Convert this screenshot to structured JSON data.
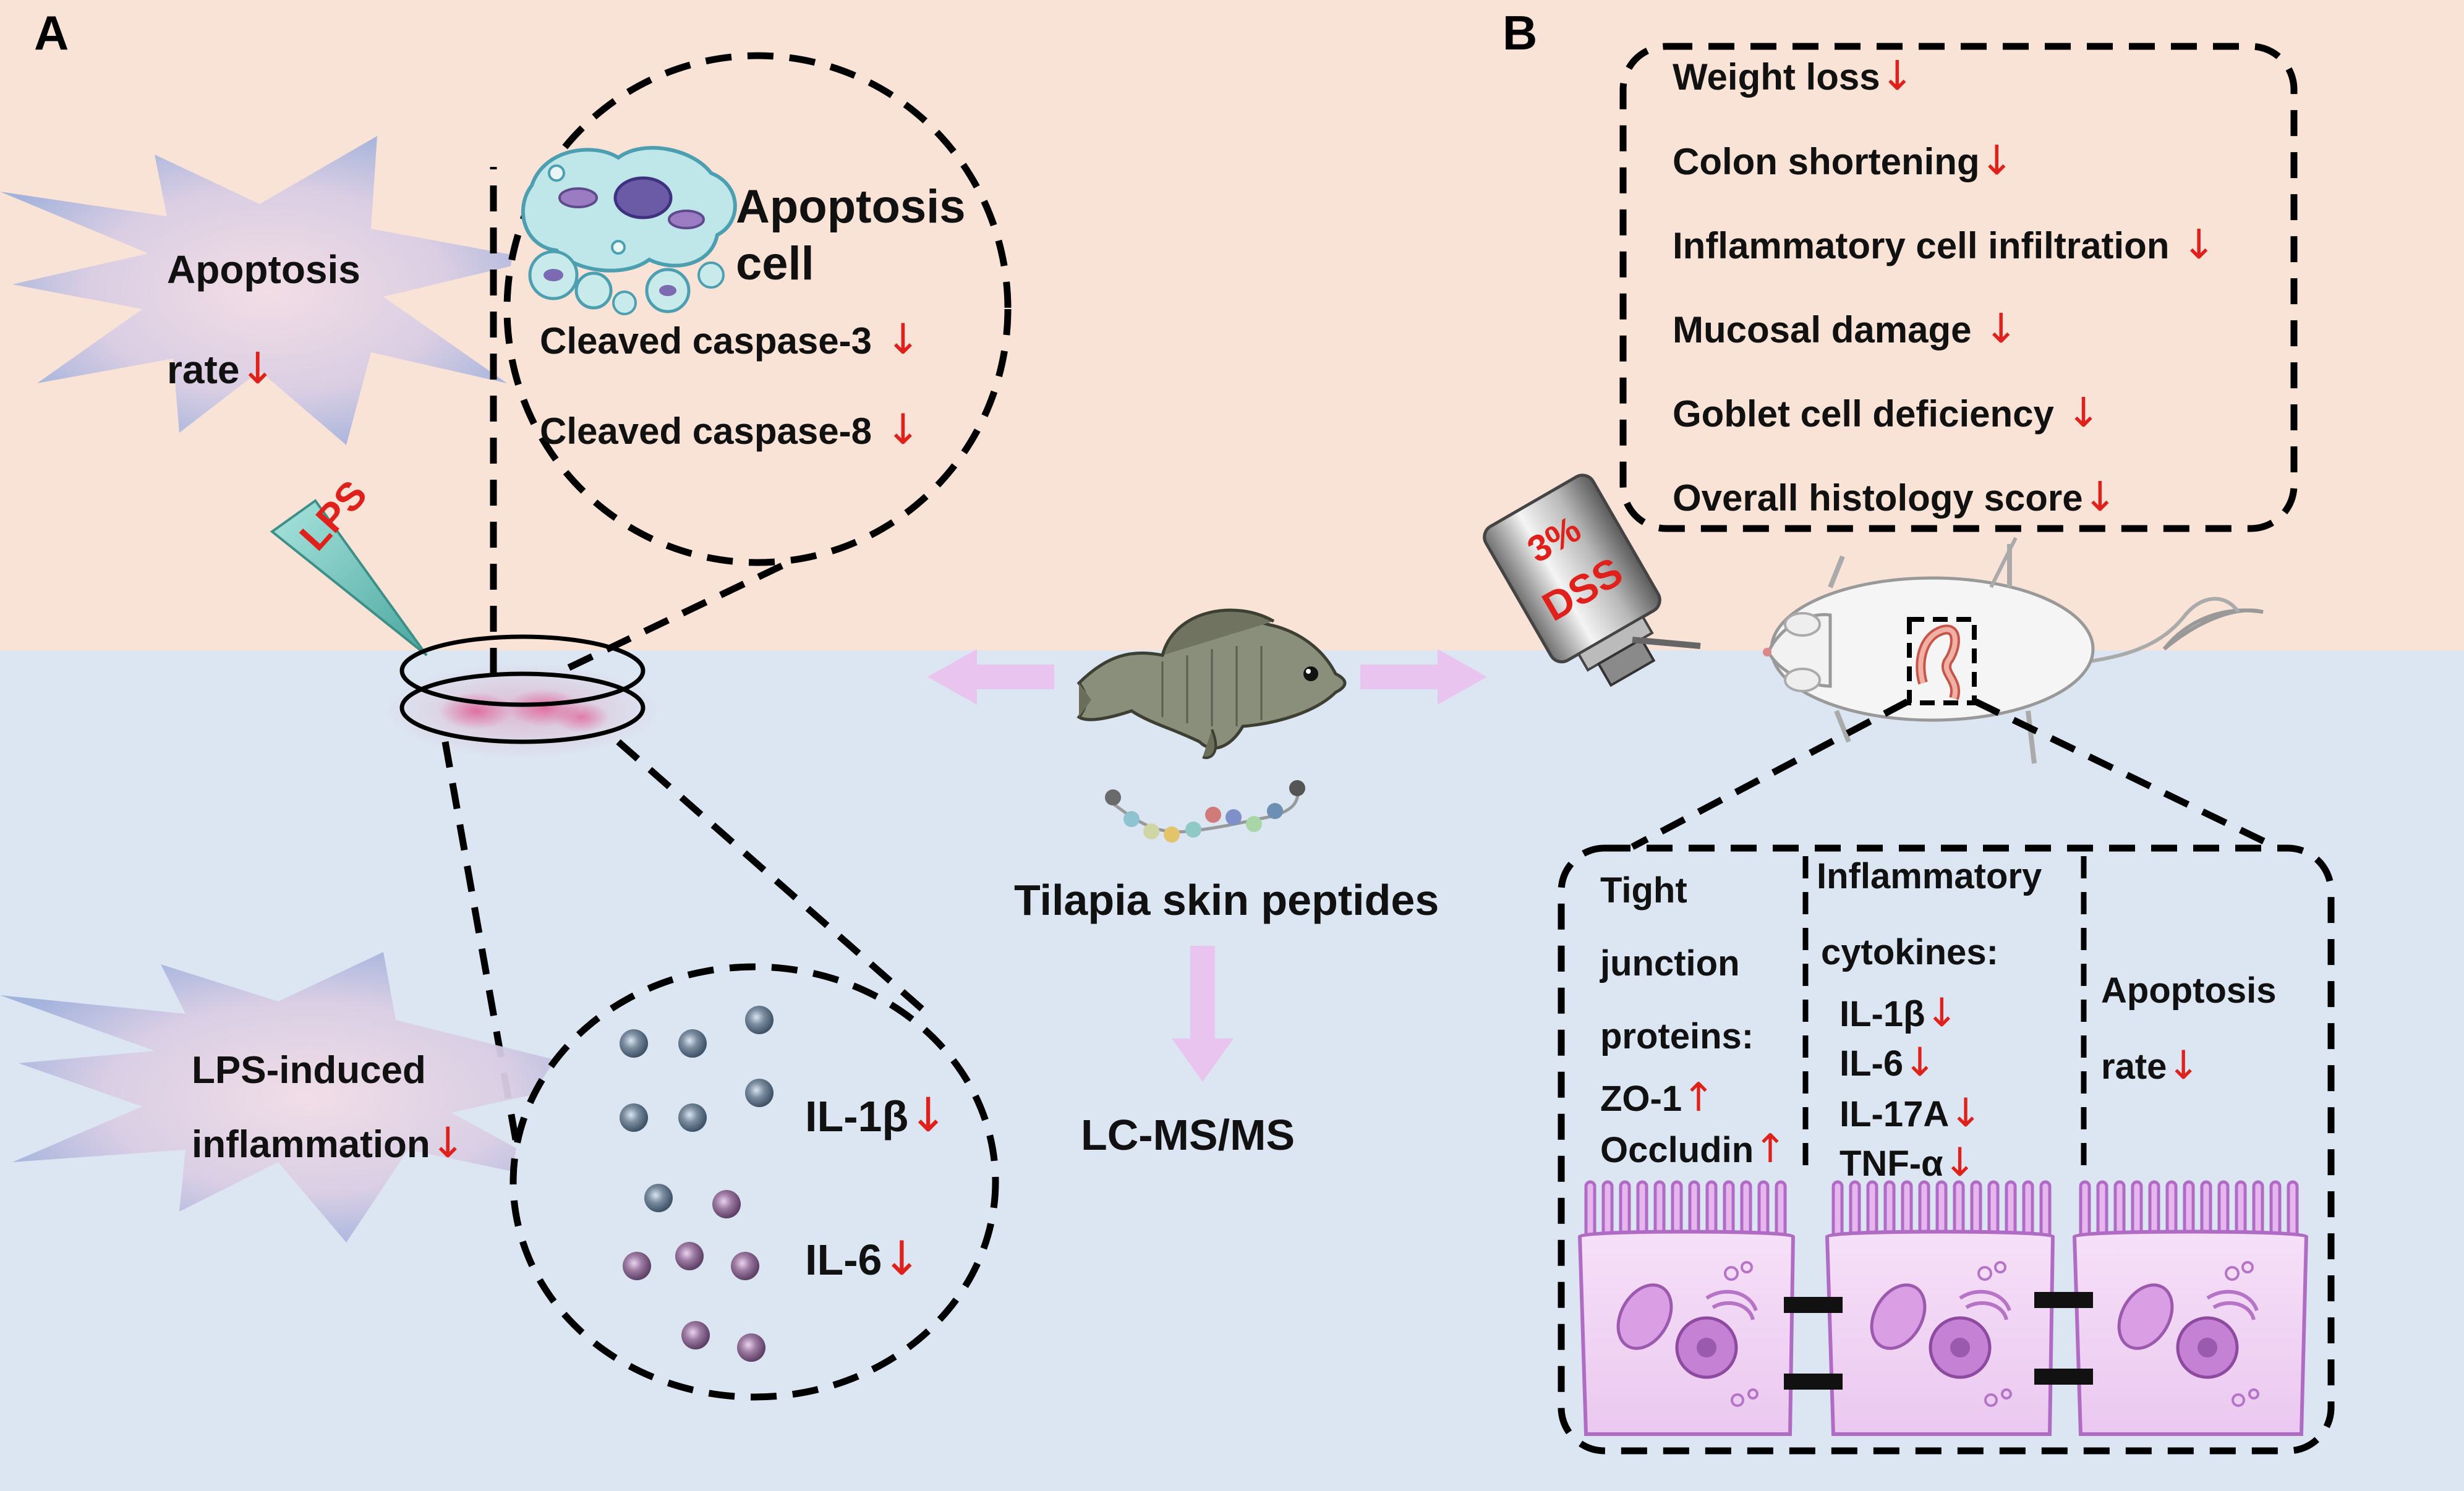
{
  "panel_a": {
    "letter": "A",
    "apoptosis_burst": {
      "line1": "Apoptosis",
      "line2": "rate",
      "arrow": "↓"
    },
    "apoptosis_circle": {
      "title_line1": "Apoptosis",
      "title_line2": "cell",
      "marker1": "Cleaved caspase-3",
      "marker1_arrow": "↓",
      "marker2": "Cleaved caspase-8",
      "marker2_arrow": "↓"
    },
    "lps_label": "LPS",
    "inflammation_burst": {
      "line1": "LPS-induced",
      "line2": "inflammation",
      "arrow": "↓"
    },
    "cytokine_circle": {
      "item1": "IL-1β",
      "item1_arrow": "↓",
      "item2": "IL-6",
      "item2_arrow": "↓"
    }
  },
  "center": {
    "peptide_label": "Tilapia skin peptides",
    "method_label": "LC-MS/MS"
  },
  "panel_b": {
    "letter": "B",
    "dss_bottle": {
      "percent": "3%",
      "name": "DSS"
    },
    "outcomes": [
      {
        "text": "Weight loss",
        "arrow": "↓"
      },
      {
        "text": "Colon shortening",
        "arrow": "↓"
      },
      {
        "text": "Inflammatory cell infiltration",
        "arrow": "↓"
      },
      {
        "text": "Mucosal damage",
        "arrow": "↓"
      },
      {
        "text": "Goblet cell deficiency",
        "arrow": "↓"
      },
      {
        "text": "Overall histology score",
        "arrow": "↓"
      }
    ],
    "tight_junction": {
      "line1": "Tight",
      "line2": "junction",
      "line3": "proteins:",
      "item1": "ZO-1",
      "item1_arrow": "↑",
      "item2": "Occludin",
      "item2_arrow": "↑"
    },
    "cytokines": {
      "line1": "Inflammatory",
      "line2": "cytokines:",
      "items": [
        {
          "text": "IL-1β",
          "arrow": "↓"
        },
        {
          "text": "IL-6",
          "arrow": "↓"
        },
        {
          "text": "IL-17A",
          "arrow": "↓"
        },
        {
          "text": "TNF-α",
          "arrow": "↓"
        }
      ]
    },
    "apoptosis": {
      "line1": "Apoptosis",
      "line2": "rate",
      "arrow": "↓"
    }
  },
  "colors": {
    "top_background": "#f8e3d6",
    "bottom_background": "#dce6f2",
    "arrow_red": "#e0201a",
    "double_arrow": "#e8c4ee",
    "cell_fill": "#f3d4f4",
    "cell_stroke": "#b06cc4"
  }
}
